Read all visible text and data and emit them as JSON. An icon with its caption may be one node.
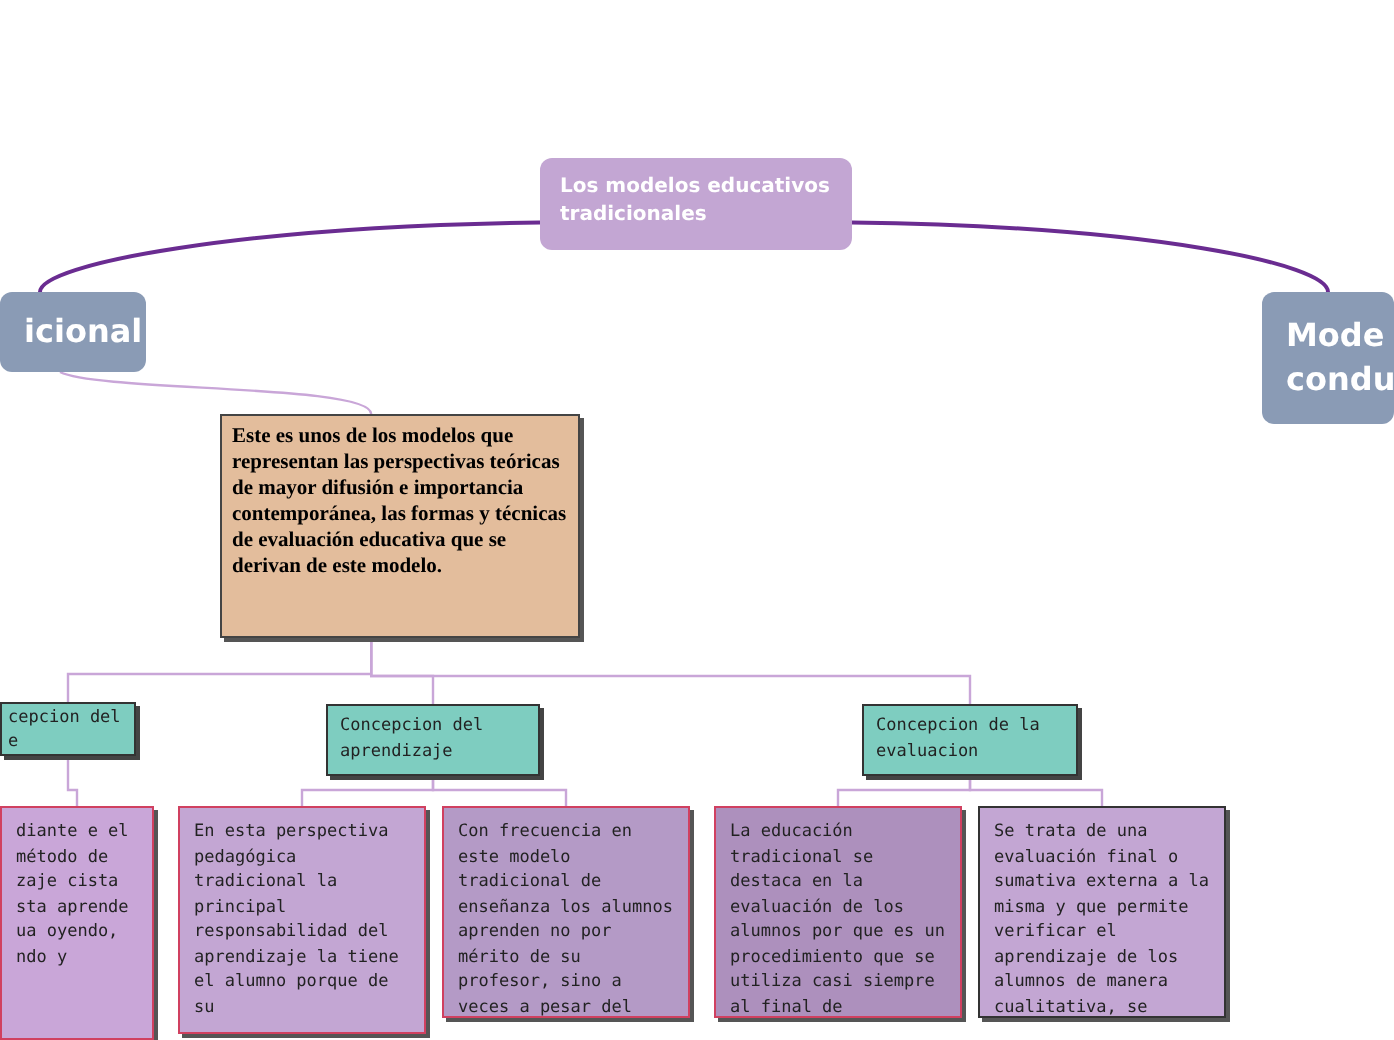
{
  "diagram": {
    "nodes": [
      {
        "text": [
          "Los modelos educativos tradicionales"
        ]
      },
      {
        "text": [
          "icional"
        ]
      },
      {
        "text": [
          "Mode condu"
        ]
      },
      {
        "text": [
          "Este es unos de los modelos que representan las perspectivas teóricas de mayor difusión e importancia contemporánea, las formas y técnicas de evaluación educativa que se derivan de este modelo."
        ]
      },
      {
        "text": [
          "cepcion del e"
        ]
      },
      {
        "text": [
          "Concepcion del aprendizaje"
        ]
      },
      {
        "text": [
          "Concepcion de la evaluacion"
        ]
      },
      {
        "text": [
          "diante e el método de zaje cista sta aprende ua oyendo, ndo y"
        ]
      },
      {
        "text": [
          "En esta perspectiva pedagógica tradicional la principal responsabilidad del aprendizaje la tiene el alumno porque de su"
        ]
      },
      {
        "text": [
          "Con frecuencia en este modelo tradicional de enseñanza los alumnos aprenden no por mérito de su profesor, sino a veces a pesar del"
        ]
      },
      {
        "text": [
          "La educación tradicional se destaca en la evaluación de los alumnos por que es un procedimiento que se utiliza casi siempre al final de"
        ]
      },
      {
        "text": [
          "Se trata de una evaluación final o sumativa externa a la misma y que permite verificar el aprendizaje de los alumnos de manera cualitativa, se"
        ]
      }
    ],
    "edges": [
      {
        "from": 0,
        "to": 1,
        "arrow": "none",
        "color": "#6a2c91"
      },
      {
        "from": 0,
        "to": 2,
        "arrow": "none",
        "color": "#6a2c91"
      },
      {
        "from": 1,
        "to": 3,
        "arrow": "none"
      },
      {
        "from": 3,
        "to": 4,
        "arrow": "none"
      },
      {
        "from": 3,
        "to": 5,
        "arrow": "none"
      },
      {
        "from": 3,
        "to": 6,
        "arrow": "none"
      },
      {
        "from": 4,
        "to": 7,
        "arrow": "none"
      },
      {
        "from": 5,
        "to": 8,
        "arrow": "none"
      },
      {
        "from": 5,
        "to": 9,
        "arrow": "none"
      },
      {
        "from": 6,
        "to": 10,
        "arrow": "none"
      },
      {
        "from": 6,
        "to": 11,
        "arrow": "none"
      }
    ]
  }
}
